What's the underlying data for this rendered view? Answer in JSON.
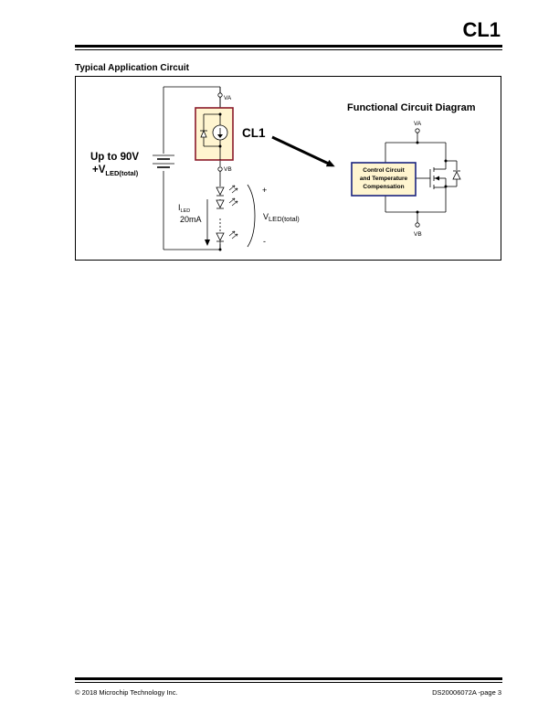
{
  "header": {
    "title": "CL1"
  },
  "section": {
    "title": "Typical Application Circuit"
  },
  "circuit": {
    "supply_label": "Up to 90V",
    "supply_v_prefix": "+V",
    "supply_v_sub": "LED(total)",
    "pin_va": "VA",
    "pin_vb": "VB",
    "device_label": "CL1",
    "current_label_i": "I",
    "current_label_sub": "LED",
    "current_value": "20mA",
    "plus": "+",
    "minus": "-",
    "vled_prefix": "V",
    "vled_sub": "LED(total)"
  },
  "functional": {
    "title": "Functional Circuit Diagram",
    "pin_va": "VA",
    "pin_vb": "VB",
    "block_line1": "Control Circuit",
    "block_line2": "and Temperature",
    "block_line3": "Compensation"
  },
  "footer": {
    "copyright": "© 2018 Microchip Technology Inc.",
    "doc_ref": "DS20006072A -page 3"
  },
  "colors": {
    "device_border": "#8b1a2a",
    "device_fill": "#fff5d0",
    "block_border": "#1a237e",
    "block_fill": "#fff5d0"
  }
}
